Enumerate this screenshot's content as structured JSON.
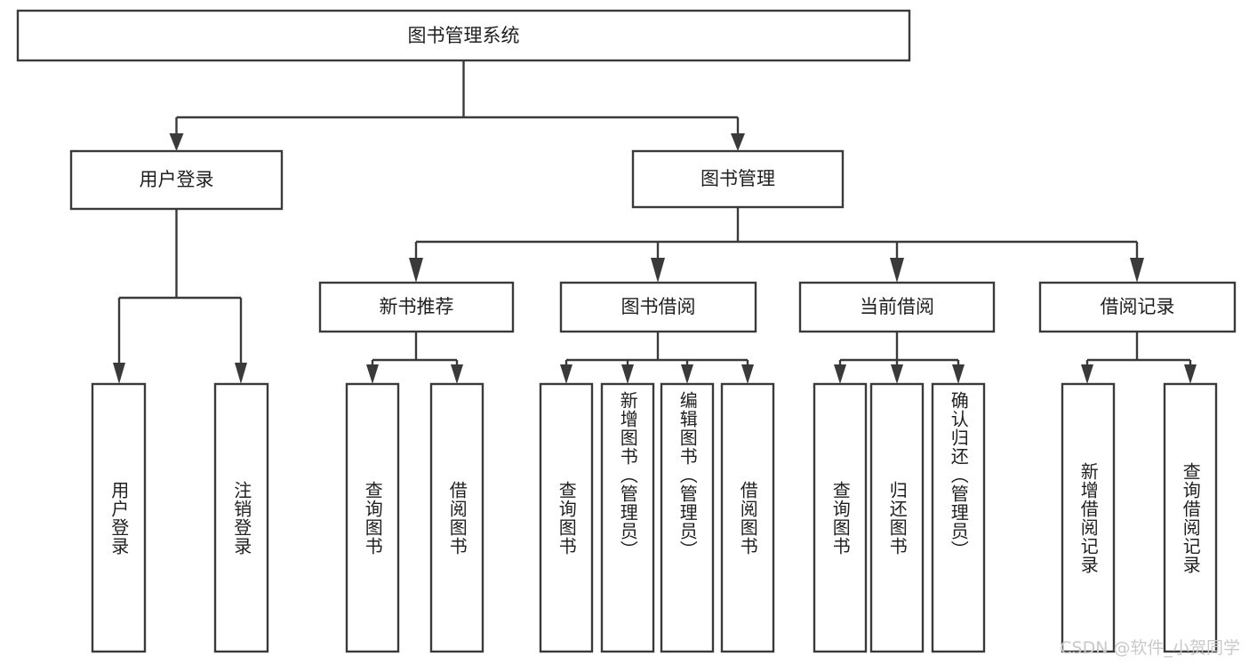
{
  "diagram": {
    "title": "图书管理系统",
    "type": "tree",
    "root": {
      "id": "root",
      "label": "图书管理系统",
      "orientation": "horizontal"
    },
    "level1": [
      {
        "id": "user-login",
        "label": "用户登录",
        "orientation": "horizontal"
      },
      {
        "id": "book-manage",
        "label": "图书管理",
        "orientation": "horizontal"
      }
    ],
    "level2": [
      {
        "id": "new-book-recommend",
        "label": "新书推荐",
        "orientation": "horizontal",
        "parent": "book-manage"
      },
      {
        "id": "book-borrow",
        "label": "图书借阅",
        "orientation": "horizontal",
        "parent": "book-manage"
      },
      {
        "id": "current-borrow",
        "label": "当前借阅",
        "orientation": "horizontal",
        "parent": "book-manage"
      },
      {
        "id": "borrow-record",
        "label": "借阅记录",
        "orientation": "horizontal",
        "parent": "book-manage"
      }
    ],
    "leaves": [
      {
        "id": "leaf-user-login",
        "label": "用户登录",
        "parent": "user-login",
        "orientation": "vertical"
      },
      {
        "id": "leaf-user-logout",
        "label": "注销登录",
        "parent": "user-login",
        "orientation": "vertical"
      },
      {
        "id": "leaf-query-book-1",
        "label": "查询图书",
        "parent": "new-book-recommend",
        "orientation": "vertical"
      },
      {
        "id": "leaf-borrow-book-1",
        "label": "借阅图书",
        "parent": "new-book-recommend",
        "orientation": "vertical"
      },
      {
        "id": "leaf-query-book-2",
        "label": "查询图书",
        "parent": "book-borrow",
        "orientation": "vertical"
      },
      {
        "id": "leaf-add-book",
        "label": "新增图书（管理员）",
        "parent": "book-borrow",
        "orientation": "vertical"
      },
      {
        "id": "leaf-edit-book",
        "label": "编辑图书（管理员）",
        "parent": "book-borrow",
        "orientation": "vertical"
      },
      {
        "id": "leaf-borrow-book-2",
        "label": "借阅图书",
        "parent": "book-borrow",
        "orientation": "vertical"
      },
      {
        "id": "leaf-query-book-3",
        "label": "查询图书",
        "parent": "current-borrow",
        "orientation": "vertical"
      },
      {
        "id": "leaf-return-book",
        "label": "归还图书",
        "parent": "current-borrow",
        "orientation": "vertical"
      },
      {
        "id": "leaf-confirm-return",
        "label": "确认归还（管理员）",
        "parent": "current-borrow",
        "orientation": "vertical"
      },
      {
        "id": "leaf-add-record",
        "label": "新增借阅记录",
        "parent": "borrow-record",
        "orientation": "vertical"
      },
      {
        "id": "leaf-query-record",
        "label": "查询借阅记录",
        "parent": "borrow-record",
        "orientation": "vertical"
      }
    ],
    "colors": {
      "background": "#ffffff",
      "box_fill": "#ffffff",
      "box_stroke": "#3a3a3a",
      "connector": "#3a3a3a",
      "text": "#1f1f1f",
      "watermark": "#c9c9c9"
    }
  },
  "watermark": {
    "text": "CSDN @软件_小贺同学"
  }
}
